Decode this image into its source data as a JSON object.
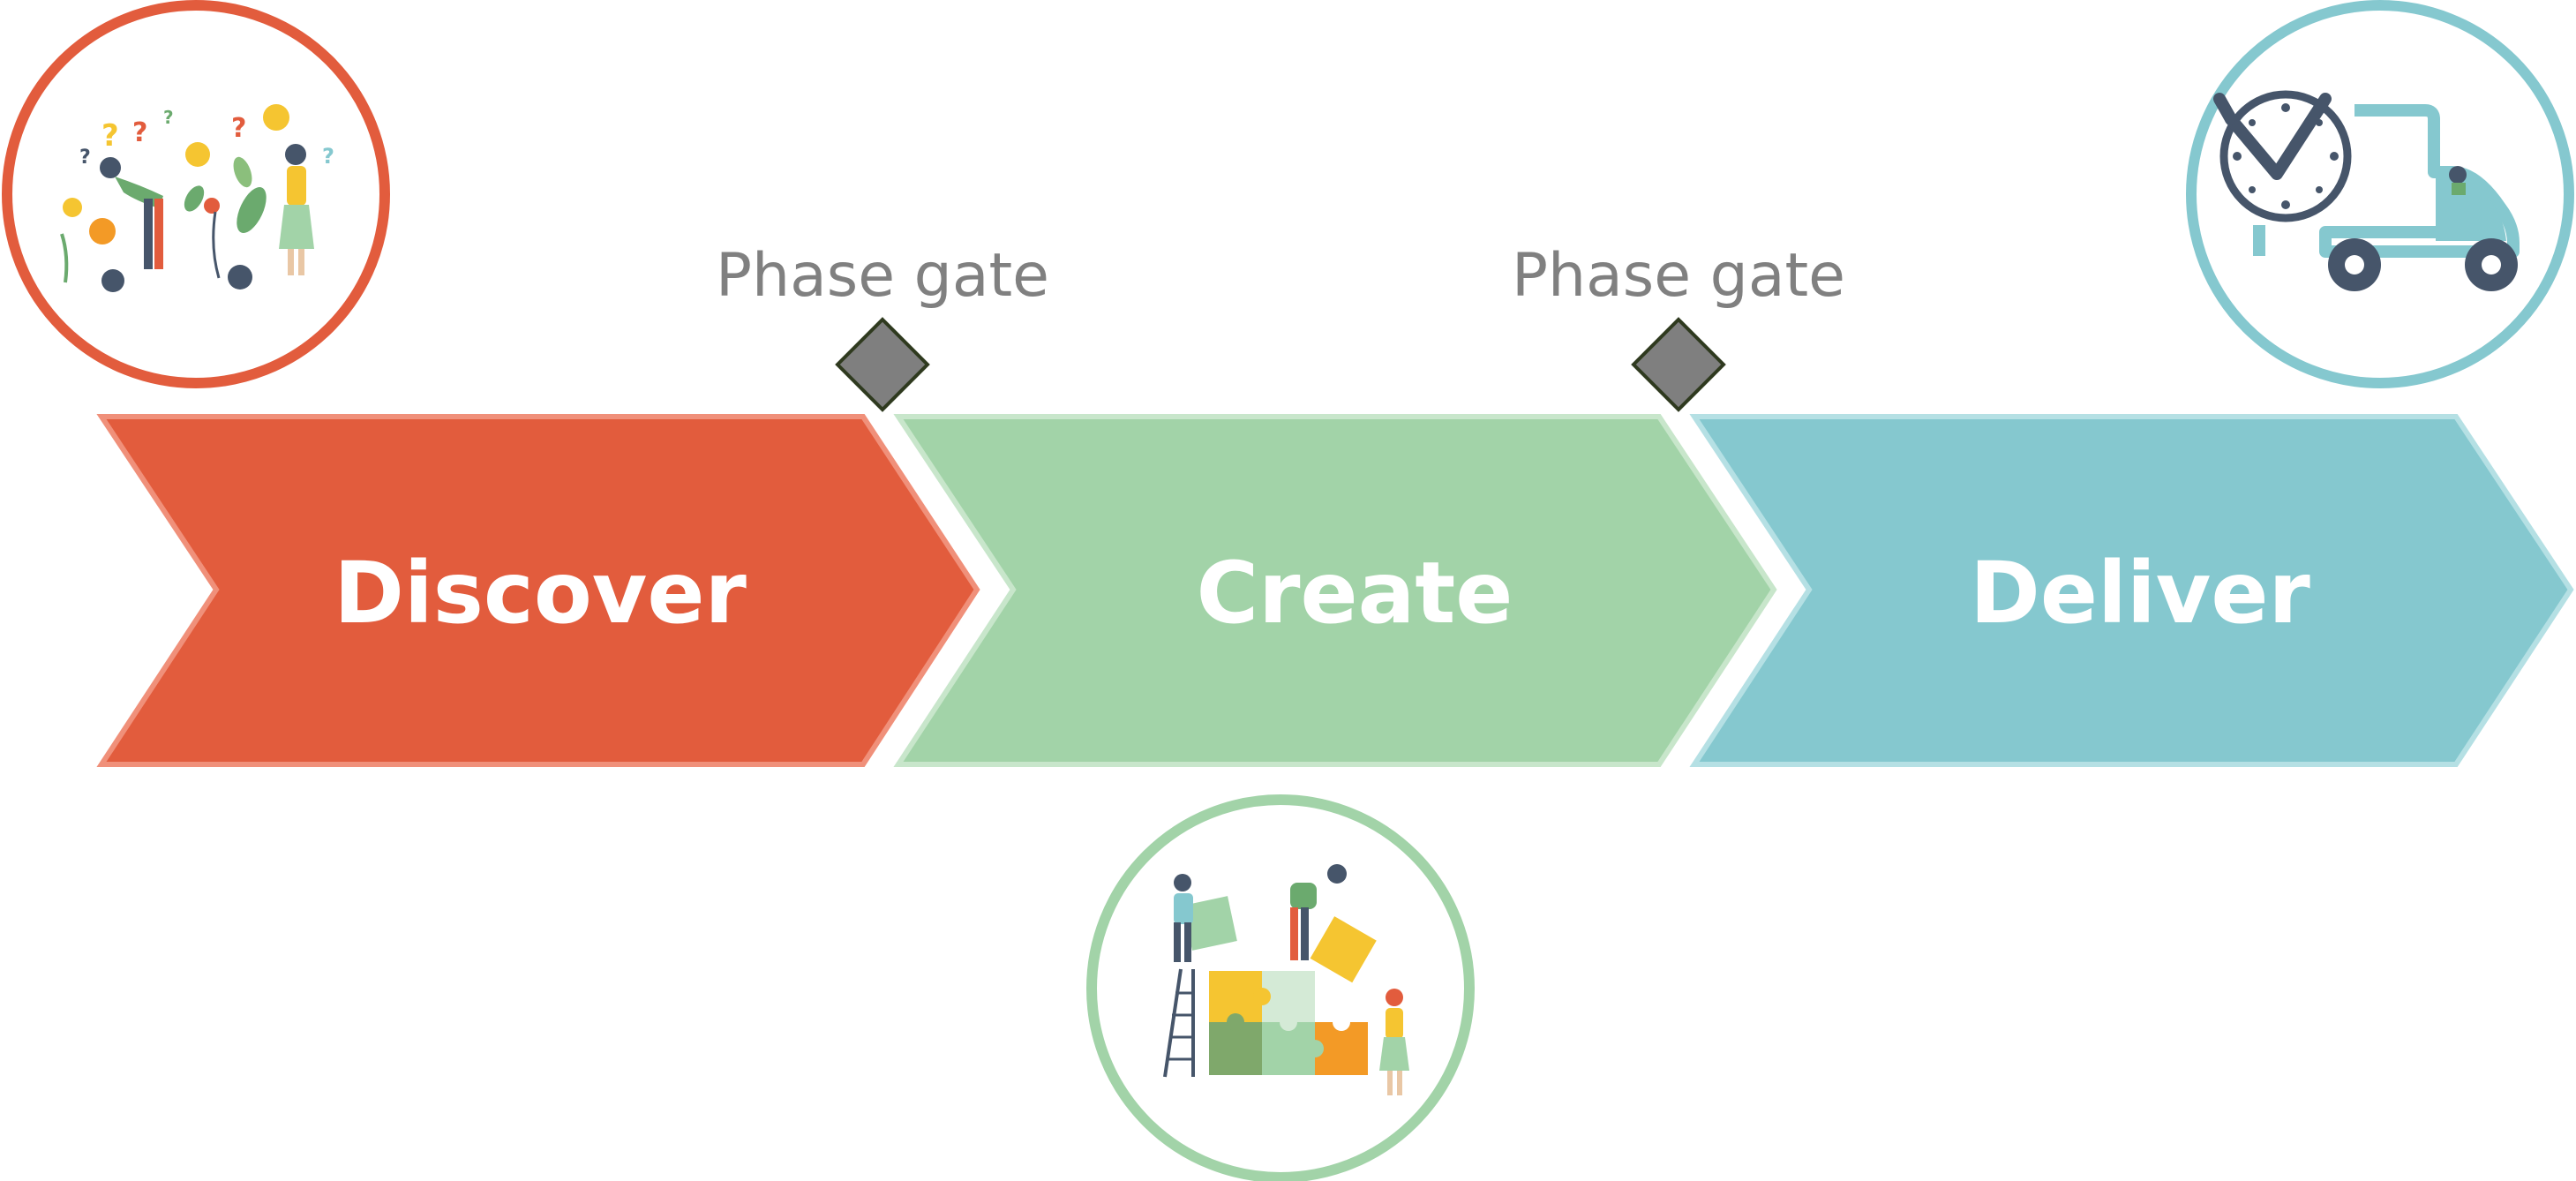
{
  "phases": [
    {
      "label": "Discover",
      "color": "#E25C3D",
      "border": "#F0907A",
      "icon": "idea-people-icon"
    },
    {
      "label": "Create",
      "color": "#A2D3A8",
      "border": "#C8E6CB",
      "icon": "puzzle-team-icon"
    },
    {
      "label": "Deliver",
      "color": "#85C8CF",
      "border": "#B5E0E4",
      "icon": "delivery-truck-clock-icon"
    }
  ],
  "gates": [
    {
      "label": "Phase gate",
      "color": "#7F7F7F",
      "border": "#2F3A1F"
    },
    {
      "label": "Phase gate",
      "color": "#7F7F7F",
      "border": "#2F3A1F"
    }
  ],
  "colors": {
    "discover": "#E25C3D",
    "create": "#A2D3A8",
    "deliver": "#85C8CF",
    "gate_text": "#808080",
    "dark": "#46556A",
    "yellow": "#F5C531",
    "orange": "#F39A26"
  }
}
